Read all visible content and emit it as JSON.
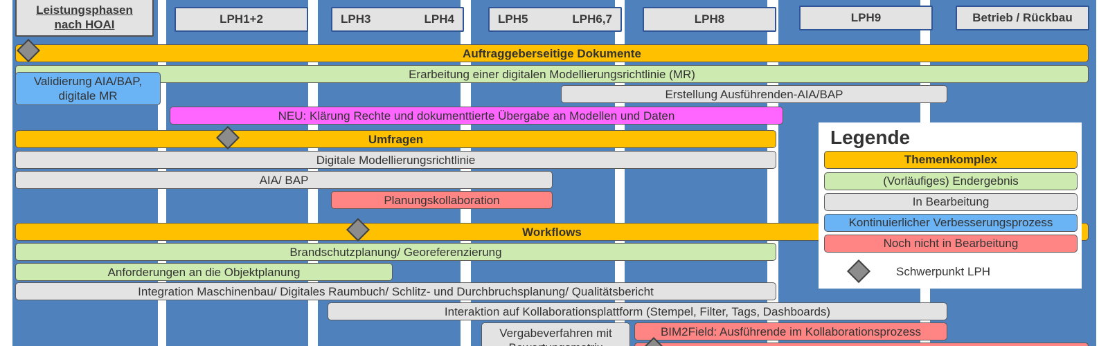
{
  "phases": {
    "hoai_line1": "Leistungsphasen",
    "hoai_line2": "nach HOAI",
    "lph12": "LPH1+2",
    "lph3": "LPH3",
    "lph4": "LPH4",
    "lph5": "LPH5",
    "lph67": "LPH6,7",
    "lph8": "LPH8",
    "lph9": "LPH9",
    "betrieb": "Betrieb / Rückbau"
  },
  "bars": {
    "auftraggeber": "Auftraggeberseitige Dokumente",
    "erarbeitung": "Erarbeitung einer digitalen Modellierungsrichtlinie (MR)",
    "validierung_line1": "Validierung AIA/BAP,",
    "validierung_line2": "digitale MR",
    "erstellung": "Erstellung Ausführenden-AIA/BAP",
    "neu": "NEU: Klärung Rechte und dokumenttierte Übergabe an Modellen und Daten",
    "umfragen": "Umfragen",
    "digitale_mr": "Digitale Modellierungsrichtlinie",
    "aia_bap": "AIA/ BAP",
    "planungskollaboration": "Planungskollaboration",
    "workflows": "Workflows",
    "brandschutz": "Brandschutzplanung/ Georeferenzierung",
    "anforderungen": "Anforderungen an die Objektplanung",
    "integration": "Integration Maschinenbau/ Digitales Raumbuch/ Schlitz- und Durchbruchsplanung/ Qualitätsbericht",
    "interaktion": "Interaktion auf Kollaborationsplattform (Stempel, Filter, Tags, Dashboards)",
    "vergabe_line1": "Vergabeverfahren mit",
    "vergabe_line2": "Bewertungsmatrix",
    "bim2field": "BIM2Field: Ausführende im Kollaborationsprozess"
  },
  "legend": {
    "title": "Legende",
    "themenkomplex": "Themenkomplex",
    "endergebnis": "(Vorläufiges) Endergebnis",
    "in_bearbeitung": "In Bearbeitung",
    "kvp": "Kontinuierlicher Verbesserungsprozess",
    "noch_nicht": "Noch nicht in Bearbeitung",
    "schwerpunkt": "Schwerpunkt LPH"
  },
  "colors": {
    "background_column": "#4f81bd",
    "themenkomplex": "#ffc000",
    "endergebnis": "#cdeab0",
    "in_bearbeitung": "#e3e3e3",
    "kvp": "#6ab3f5",
    "noch_nicht": "#ff8585",
    "neu": "#ff66ff",
    "diamond": "#8c8c8c"
  }
}
